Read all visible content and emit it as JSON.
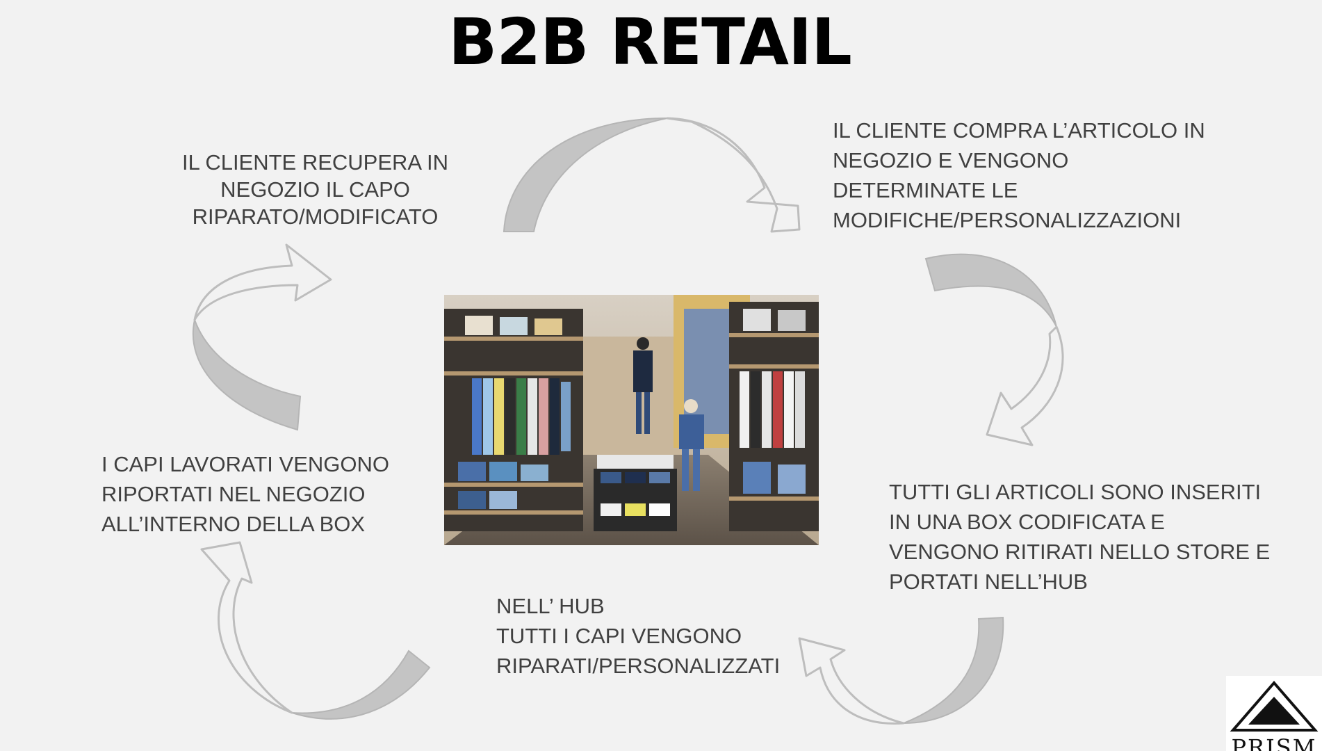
{
  "title": "B2B RETAIL",
  "steps": {
    "step1": {
      "lines": [
        "IL CLIENTE COMPRA L’ARTICOLO IN",
        "NEGOZIO E VENGONO",
        "DETERMINATE LE",
        "MODIFICHE/PERSONALIZZAZIONI"
      ]
    },
    "step2": {
      "lines": [
        "TUTTI GLI ARTICOLI SONO INSERITI",
        "IN UNA BOX CODIFICATA E",
        "VENGONO RITIRATI NELLO STORE E",
        "PORTATI NELL’HUB"
      ]
    },
    "step3": {
      "lines": [
        "NELL’ HUB",
        "TUTTI I CAPI VENGONO",
        "RIPARATI/PERSONALIZZATI"
      ]
    },
    "step4": {
      "lines": [
        "I CAPI  LAVORATI VENGONO",
        "RIPORTATI NEL NEGOZIO",
        "ALL’INTERNO DELLA BOX"
      ]
    },
    "step5": {
      "lines": [
        "IL CLIENTE RECUPERA IN",
        "NEGOZIO IL CAPO",
        "RIPARATO/MODIFICATO"
      ]
    }
  },
  "logo": {
    "text": "PRISM"
  },
  "colors": {
    "background": "#f2f2f2",
    "arrow_fill": "#c4c4c4",
    "text": "#404040"
  }
}
